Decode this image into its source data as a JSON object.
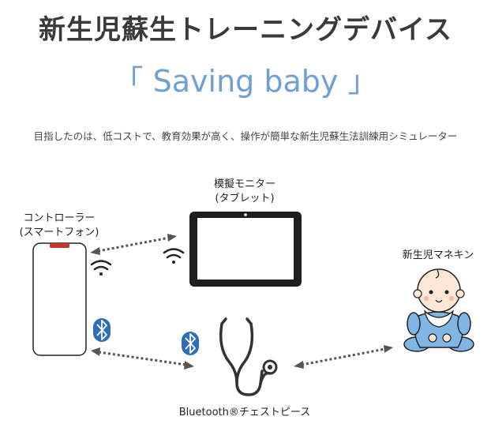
{
  "header": {
    "title": "新生児蘇生トレーニングデバイス",
    "subtitle": "「 Saving baby 」"
  },
  "description": "目指したのは、低コストで、教育効果が高く、操作が簡単な新生児蘇生法訓練用シミュレーター",
  "devices": {
    "monitor": {
      "label_line1": "模擬モニター",
      "label_line2": "(タブレット)"
    },
    "controller": {
      "label_line1": "コントローラー",
      "label_line2": "(スマートフォン)"
    },
    "manikin": {
      "label": "新生児マネキン"
    },
    "stethoscope": {
      "label": "Bluetooth®チェストピース"
    }
  },
  "colors": {
    "title": "#3a3a3a",
    "subtitle": "#6f9fd3",
    "bluetooth": "#2f6db5",
    "baby_outfit": "#7fb6e6"
  },
  "icons": [
    "wifi-icon",
    "bluetooth-icon",
    "smartphone-icon",
    "tablet-icon",
    "stethoscope-icon",
    "baby-icon"
  ]
}
